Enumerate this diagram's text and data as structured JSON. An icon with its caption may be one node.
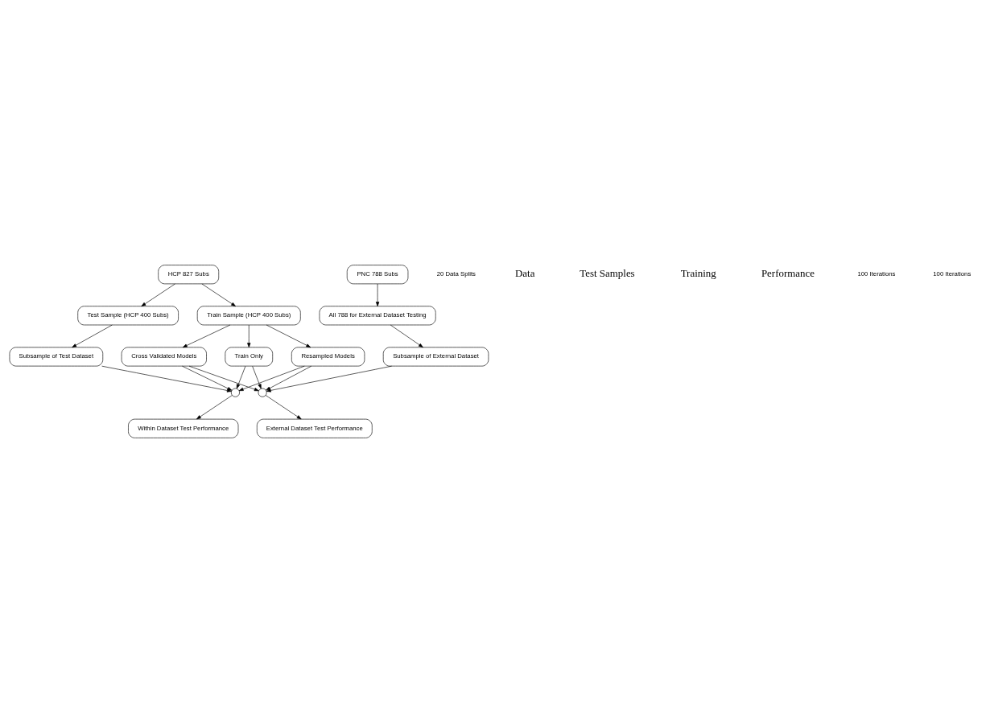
{
  "diagram": {
    "nodes": [
      {
        "text": [
          "PNC 788 Subs"
        ]
      },
      {
        "text": [
          "All 788 for External Dataset Testing"
        ]
      },
      {
        "text": [
          "HCP 827 Subs"
        ]
      },
      {
        "text": [
          "Test Sample (HCP 400 Subs)"
        ]
      },
      {
        "text": [
          "Train Sample (HCP 400 Subs)"
        ]
      },
      {
        "text": [
          "Resampled Models"
        ]
      },
      {
        "text": [
          "Cross Validated Models"
        ]
      },
      {
        "text": [
          "Train Only"
        ]
      },
      {
        "text": [
          "Subsample of Test Dataset"
        ]
      },
      {
        "text": [
          "Subsample of External Dataset"
        ]
      },
      {
        "text": [],
        "shape": "circle"
      },
      {
        "text": [],
        "shape": "circle"
      },
      {
        "text": [
          "Within Dataset Test Performance"
        ]
      },
      {
        "text": [
          "External Dataset Test Performance"
        ]
      }
    ],
    "edges": [
      {
        "from": 0,
        "to": 1,
        "arrow": "to"
      },
      {
        "from": 2,
        "to": 3,
        "arrow": "to"
      },
      {
        "from": 2,
        "to": 4,
        "arrow": "to"
      },
      {
        "from": 1,
        "to": 9,
        "arrow": "to"
      },
      {
        "from": 3,
        "to": 8,
        "arrow": "to"
      },
      {
        "from": 4,
        "to": 5,
        "arrow": "to"
      },
      {
        "from": 4,
        "to": 6,
        "arrow": "to"
      },
      {
        "from": 4,
        "to": 7,
        "arrow": "to"
      },
      {
        "from": 5,
        "to": 10,
        "arrow": "to"
      },
      {
        "from": 6,
        "to": 10,
        "arrow": "to"
      },
      {
        "from": 7,
        "to": 10,
        "arrow": "to"
      },
      {
        "from": 5,
        "to": 11,
        "arrow": "to"
      },
      {
        "from": 6,
        "to": 11,
        "arrow": "to"
      },
      {
        "from": 7,
        "to": 11,
        "arrow": "to"
      },
      {
        "from": 8,
        "to": 10,
        "arrow": "to"
      },
      {
        "from": 9,
        "to": 11,
        "arrow": "to"
      },
      {
        "from": 10,
        "to": 12,
        "arrow": "to"
      },
      {
        "from": 11,
        "to": 13,
        "arrow": "to"
      }
    ],
    "labels": [
      "20 Data Splits",
      "Data",
      "Test Samples",
      "Training",
      "Performance",
      "100 Iterations",
      "100 Iterations"
    ]
  }
}
